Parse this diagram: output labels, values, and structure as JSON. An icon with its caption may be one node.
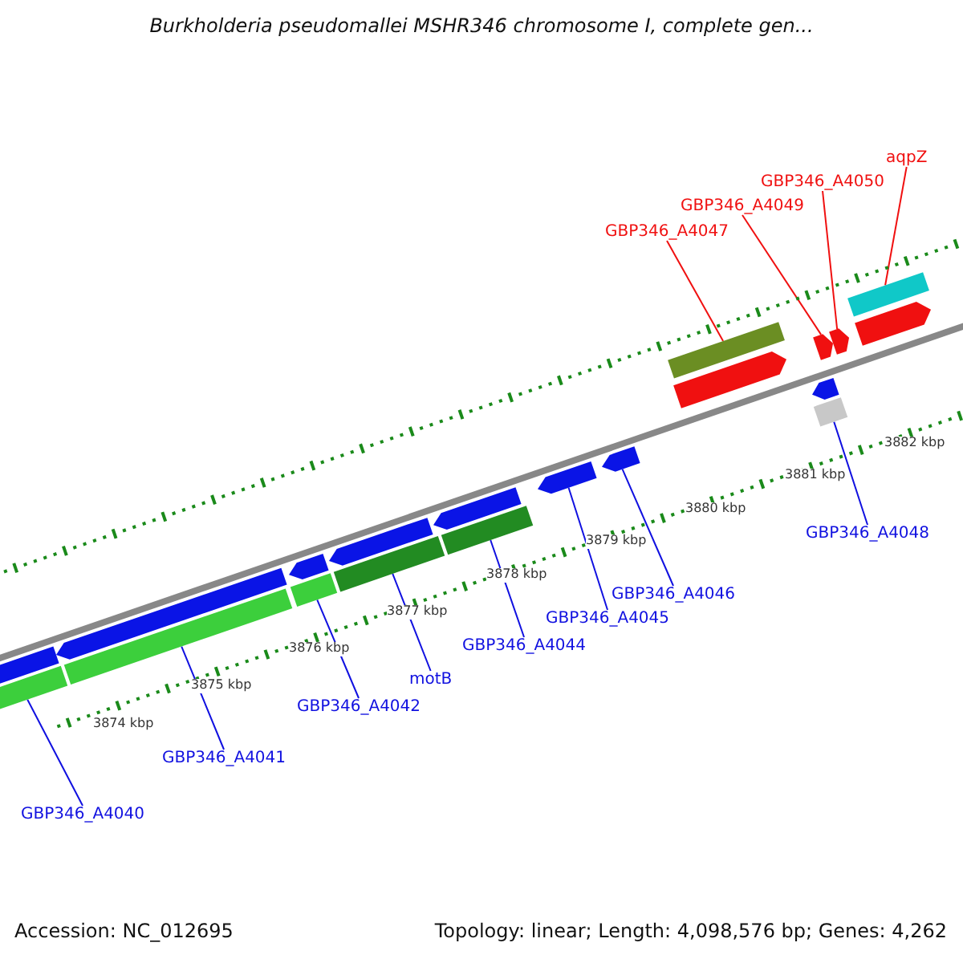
{
  "diagram": {
    "title": "Burkholderia pseudomallei MSHR346 chromosome I, complete gen...",
    "nodes": [
      {
        "text": [
          "aqpZ"
        ]
      },
      {
        "text": [
          "GBP346_A4050"
        ]
      },
      {
        "text": [
          "GBP346_A4049"
        ]
      },
      {
        "text": [
          "GBP346_A4047"
        ]
      },
      {
        "text": [
          "GBP346_A4048"
        ]
      },
      {
        "text": [
          "GBP346_A4046"
        ]
      },
      {
        "text": [
          "GBP346_A4045"
        ]
      },
      {
        "text": [
          "GBP346_A4044"
        ]
      },
      {
        "text": [
          "motB"
        ]
      },
      {
        "text": [
          "GBP346_A4042"
        ]
      },
      {
        "text": [
          "GBP346_A4041"
        ]
      },
      {
        "text": [
          "GBP346_A4040"
        ]
      },
      {
        "text": [],
        "shape": "bar"
      },
      {
        "text": [],
        "shape": "bar"
      },
      {
        "text": [],
        "shape": "bar"
      },
      {
        "text": [],
        "shape": "bar"
      },
      {
        "text": [],
        "shape": "bar"
      },
      {
        "text": [],
        "shape": "bar"
      },
      {
        "text": [],
        "shape": "bar"
      },
      {
        "text": [],
        "shape": "bar"
      },
      {
        "text": [],
        "shape": "bar"
      },
      {
        "text": [],
        "shape": "bar"
      },
      {
        "text": [],
        "shape": "bar"
      },
      {
        "text": [],
        "shape": "bar"
      },
      {
        "text": [],
        "shape": "bar"
      },
      {
        "text": [],
        "shape": "bar"
      },
      {
        "text": [],
        "shape": "bar"
      },
      {
        "text": [],
        "shape": "bar"
      },
      {
        "text": [],
        "shape": "bar"
      },
      {
        "text": [],
        "shape": "bar"
      },
      {
        "text": [],
        "shape": "bar"
      },
      {
        "text": [],
        "shape": "bar"
      }
    ],
    "edges": [
      {
        "from": 0,
        "to": 12,
        "arrow": "none",
        "color": "#f01010"
      },
      {
        "from": 1,
        "to": 13,
        "arrow": "none",
        "color": "#f01010"
      },
      {
        "from": 2,
        "to": 14,
        "arrow": "none",
        "color": "#f01010"
      },
      {
        "from": 3,
        "to": 15,
        "arrow": "none",
        "color": "#f01010"
      },
      {
        "from": 4,
        "to": 16,
        "arrow": "none"
      },
      {
        "from": 5,
        "to": 17,
        "arrow": "none"
      },
      {
        "from": 6,
        "to": 18,
        "arrow": "none"
      },
      {
        "from": 7,
        "to": 19,
        "arrow": "none"
      },
      {
        "from": 8,
        "to": 20,
        "arrow": "none"
      },
      {
        "from": 9,
        "to": 21,
        "arrow": "none"
      },
      {
        "from": 10,
        "to": 22,
        "arrow": "none"
      },
      {
        "from": 11,
        "to": 23,
        "arrow": "none"
      }
    ],
    "labels": [
      "3882 kbp",
      "3881 kbp",
      "3880 kbp",
      "3879 kbp",
      "3878 kbp",
      "3877 kbp",
      "3876 kbp",
      "3875 kbp",
      "3874 kbp",
      "Accession: NC_012695",
      "Topology: linear; Length: 4,098,576 bp; Genes: 4,262"
    ]
  }
}
